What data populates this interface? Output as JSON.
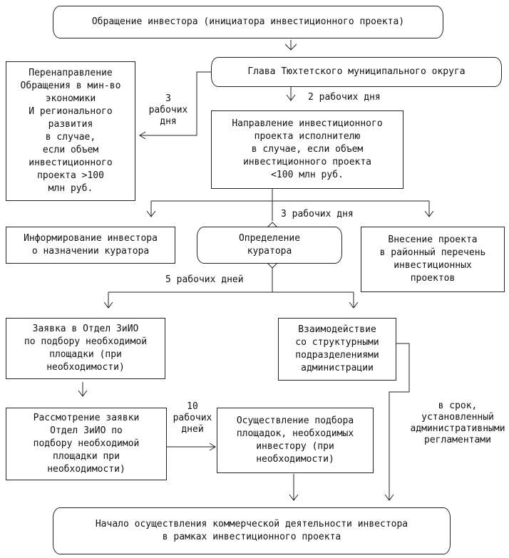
{
  "nodes": {
    "investor_request": "Обращение инвестора (инициатора инвестиционного проекта)",
    "redirect_ministry": "Перенаправление\nОбращения в мин-во\nэкономики\nИ регионального\nразвития\n         в случае,\nесли объем\nинвестиционного\nпроекта >100\nмлн руб.",
    "head_okrug": "Глава Тюхтетского муниципального округа",
    "send_project": "Направление инвестиционного\nпроекта исполнителю\nв случае, если объем\nинвестиционного проекта\n<100 млн руб.",
    "inform_investor": "Информирование инвестора\nо назначении куратора",
    "define_curator": "Определение\nкуратора",
    "include_list": "Внесение проекта\nв районный перечень\nинвестиционных\nпроектов",
    "application_zio": "Заявка в Отдел ЗиИО\nпо подбору необходимой\nплощадки (при\nнеобходимости)",
    "interaction": "Взаимодействие\nсо структурными\nподразделениями\nадминистрации",
    "review_application": "Рассмотрение заявки\nОтдел ЗиИО  по\nподбору необходимой\nплощадки при\nнеобходимости)",
    "site_selection": "Осуществление подбора\nплощадок, необходимых\nинвестору (при\nнеобходимости)",
    "start_activity": "Начало осуществления коммерческой деятельности инвестора\nв рамках инвестиционного проекта"
  },
  "labels": {
    "days_3_left": "3\nрабочих\nдня",
    "days_2": "2 рабочих дня",
    "days_3_mid": "3 рабочих дня",
    "days_5": "5 рабочих дней",
    "days_10": "10\nрабочих\nдней",
    "regulation": "в срок,\nустановленный\nадминистративными\nрегламентами"
  }
}
